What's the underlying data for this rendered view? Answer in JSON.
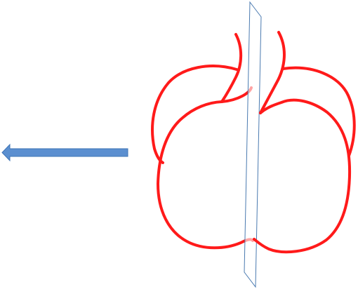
{
  "figure": {
    "background_color": "#ffffff",
    "arrow": {
      "direction": "left",
      "color": "#5b8fd0",
      "stroke_color": "#3f74b6"
    },
    "apple": {
      "color": "#ff1a1a",
      "halves": [
        "left-half",
        "right-half"
      ],
      "separated": true
    },
    "cutting_plane": {
      "fill": "#ffffff",
      "stroke": "#4a7ab0"
    }
  }
}
